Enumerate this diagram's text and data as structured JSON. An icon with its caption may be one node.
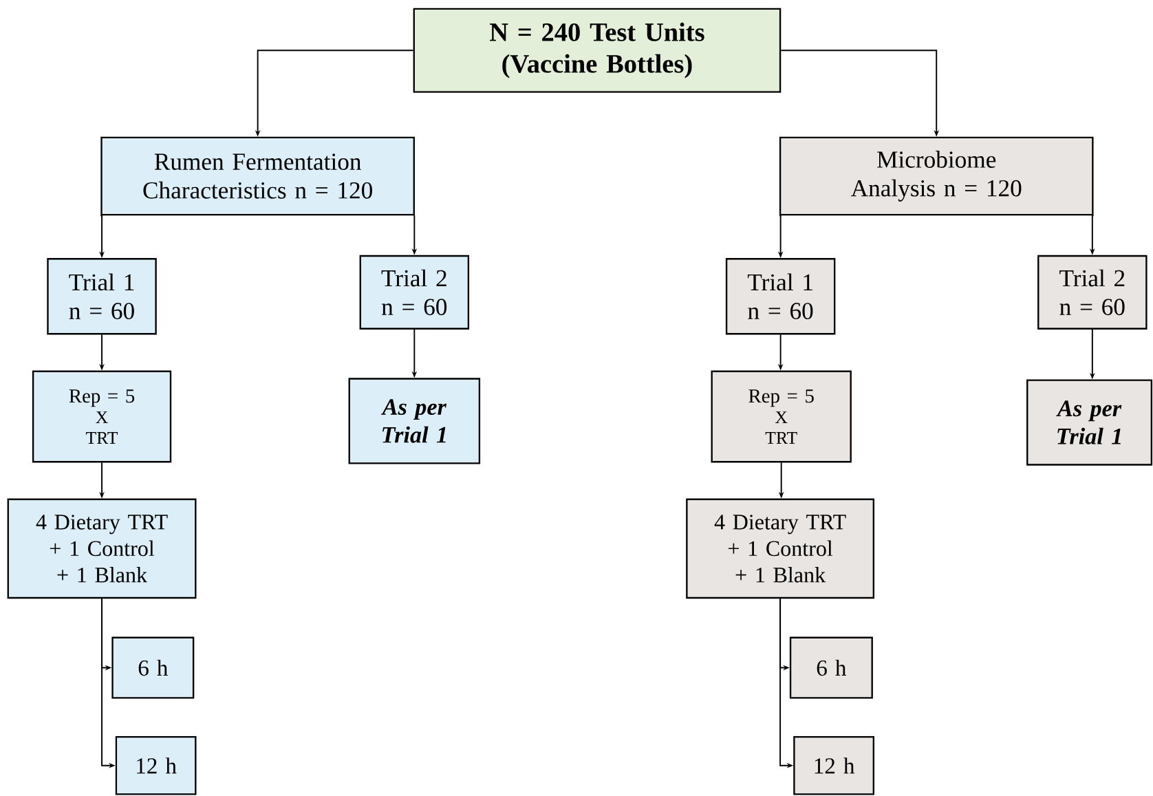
{
  "diagram": {
    "nodes": [
      {
        "text": [
          "N = 240 Test Units",
          "(Vaccine Bottles)"
        ]
      },
      {
        "text": [
          "Rumen Fermentation Characteristics n = 120"
        ]
      },
      {
        "text": [
          "Microbiome Analysis n = 120"
        ]
      },
      {
        "text": [
          "Trial 1 n = 60"
        ]
      },
      {
        "text": [
          "Trial 2 n = 60"
        ]
      },
      {
        "text": [
          "Trial 1 n = 60"
        ]
      },
      {
        "text": [
          "Trial 2 n = 60"
        ]
      },
      {
        "text": [
          "Rep = 5",
          "X",
          "TRT"
        ]
      },
      {
        "text": [
          "As per Trial 1"
        ]
      },
      {
        "text": [
          "Rep = 5",
          "X",
          "TRT"
        ]
      },
      {
        "text": [
          "As per Trial 1"
        ]
      },
      {
        "text": [
          "4 Dietary TRT",
          "+ 1 Control",
          "+ 1 Blank"
        ]
      },
      {
        "text": [
          "4 Dietary TRT",
          "+ 1 Control",
          "+ 1 Blank"
        ]
      },
      {
        "text": [
          "6 h"
        ]
      },
      {
        "text": [
          "12 h"
        ]
      },
      {
        "text": [
          "6 h"
        ]
      },
      {
        "text": [
          "12 h"
        ]
      }
    ],
    "edges": [
      {
        "from": 0,
        "to": 1,
        "arrow": "to"
      },
      {
        "from": 0,
        "to": 2,
        "arrow": "to"
      },
      {
        "from": 1,
        "to": 3,
        "arrow": "to"
      },
      {
        "from": 1,
        "to": 4,
        "arrow": "to"
      },
      {
        "from": 2,
        "to": 5,
        "arrow": "to"
      },
      {
        "from": 2,
        "to": 6,
        "arrow": "to"
      },
      {
        "from": 3,
        "to": 7,
        "arrow": "to"
      },
      {
        "from": 4,
        "to": 8,
        "arrow": "to"
      },
      {
        "from": 5,
        "to": 9,
        "arrow": "to"
      },
      {
        "from": 6,
        "to": 10,
        "arrow": "to"
      },
      {
        "from": 7,
        "to": 11,
        "arrow": "to"
      },
      {
        "from": 9,
        "to": 12,
        "arrow": "to"
      },
      {
        "from": 11,
        "to": 13,
        "arrow": "to"
      },
      {
        "from": 11,
        "to": 14,
        "arrow": "to"
      },
      {
        "from": 12,
        "to": 15,
        "arrow": "to"
      },
      {
        "from": 12,
        "to": 16,
        "arrow": "to"
      }
    ]
  }
}
